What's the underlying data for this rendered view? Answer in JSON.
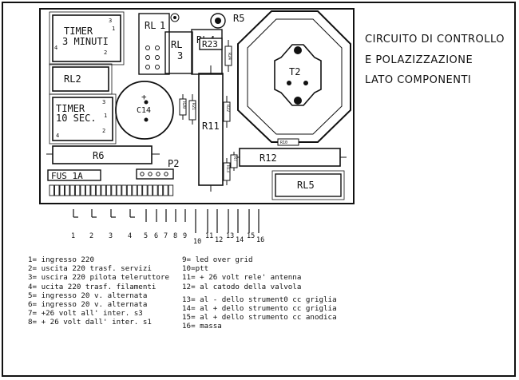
{
  "title": {
    "line1": "CIRCUITO DI CONTROLLO",
    "line2": "E POLAZIZZAZIONE",
    "line3": "LATO COMPONENTI"
  },
  "board": {
    "timer1": {
      "line1": "TIMER",
      "line2": "3 MINUTI",
      "pin1": "1",
      "pin2": "2",
      "pin3": "3",
      "pin4": "4"
    },
    "timer2": {
      "line1": "TIMER",
      "line2": "10 SEC.",
      "pin1": "1",
      "pin2": "2",
      "pin3": "3",
      "pin4": "4"
    },
    "rl1": {
      "line1": "RL",
      "line2": "1"
    },
    "rl2": "RL2",
    "rl3": {
      "line1": "RL",
      "line2": "3"
    },
    "rl4": {
      "line1": "RL",
      "line2": "4"
    },
    "rl5": "RL5",
    "r5": "R5",
    "r23": "R23",
    "r6": "R6",
    "r11": "R11",
    "r12": "R12",
    "p2": "P2",
    "t2": "T2",
    "c14": "C14",
    "c14_plus": "+",
    "fus": "FUS 1A",
    "small_resistors": {
      "r20": "R20",
      "r21": "R21",
      "r22": "R22",
      "r13": "R13",
      "r24": "R24",
      "r10": "R10",
      "r7": "R7"
    }
  },
  "terminals": [
    "1",
    "2",
    "3",
    "4",
    "5",
    "6",
    "7",
    "8",
    "9",
    "10",
    "11",
    "12",
    "13",
    "14",
    "15",
    "16"
  ],
  "legend_left": [
    "1= ingresso 220",
    "2= uscita 220 trasf. servizi",
    "3= uscira 220 pilota teleruttore",
    "4= ucita 220 trasf. filamenti",
    "5= ingresso 20 v. alternata",
    "6= ingresso 20 v. alternata",
    "7= +26 volt all' inter.  s3",
    "8= + 26 volt dall' inter. s1"
  ],
  "legend_right": [
    "9= led over grid",
    "10=ptt",
    "11= + 26 volt rele' antenna",
    "12= al catodo della valvola",
    "",
    "13= al - dello strument0 cc griglia",
    "14= al + dello strumento cc griglia",
    "15= al + dello strumento cc anodica",
    "16= massa"
  ]
}
